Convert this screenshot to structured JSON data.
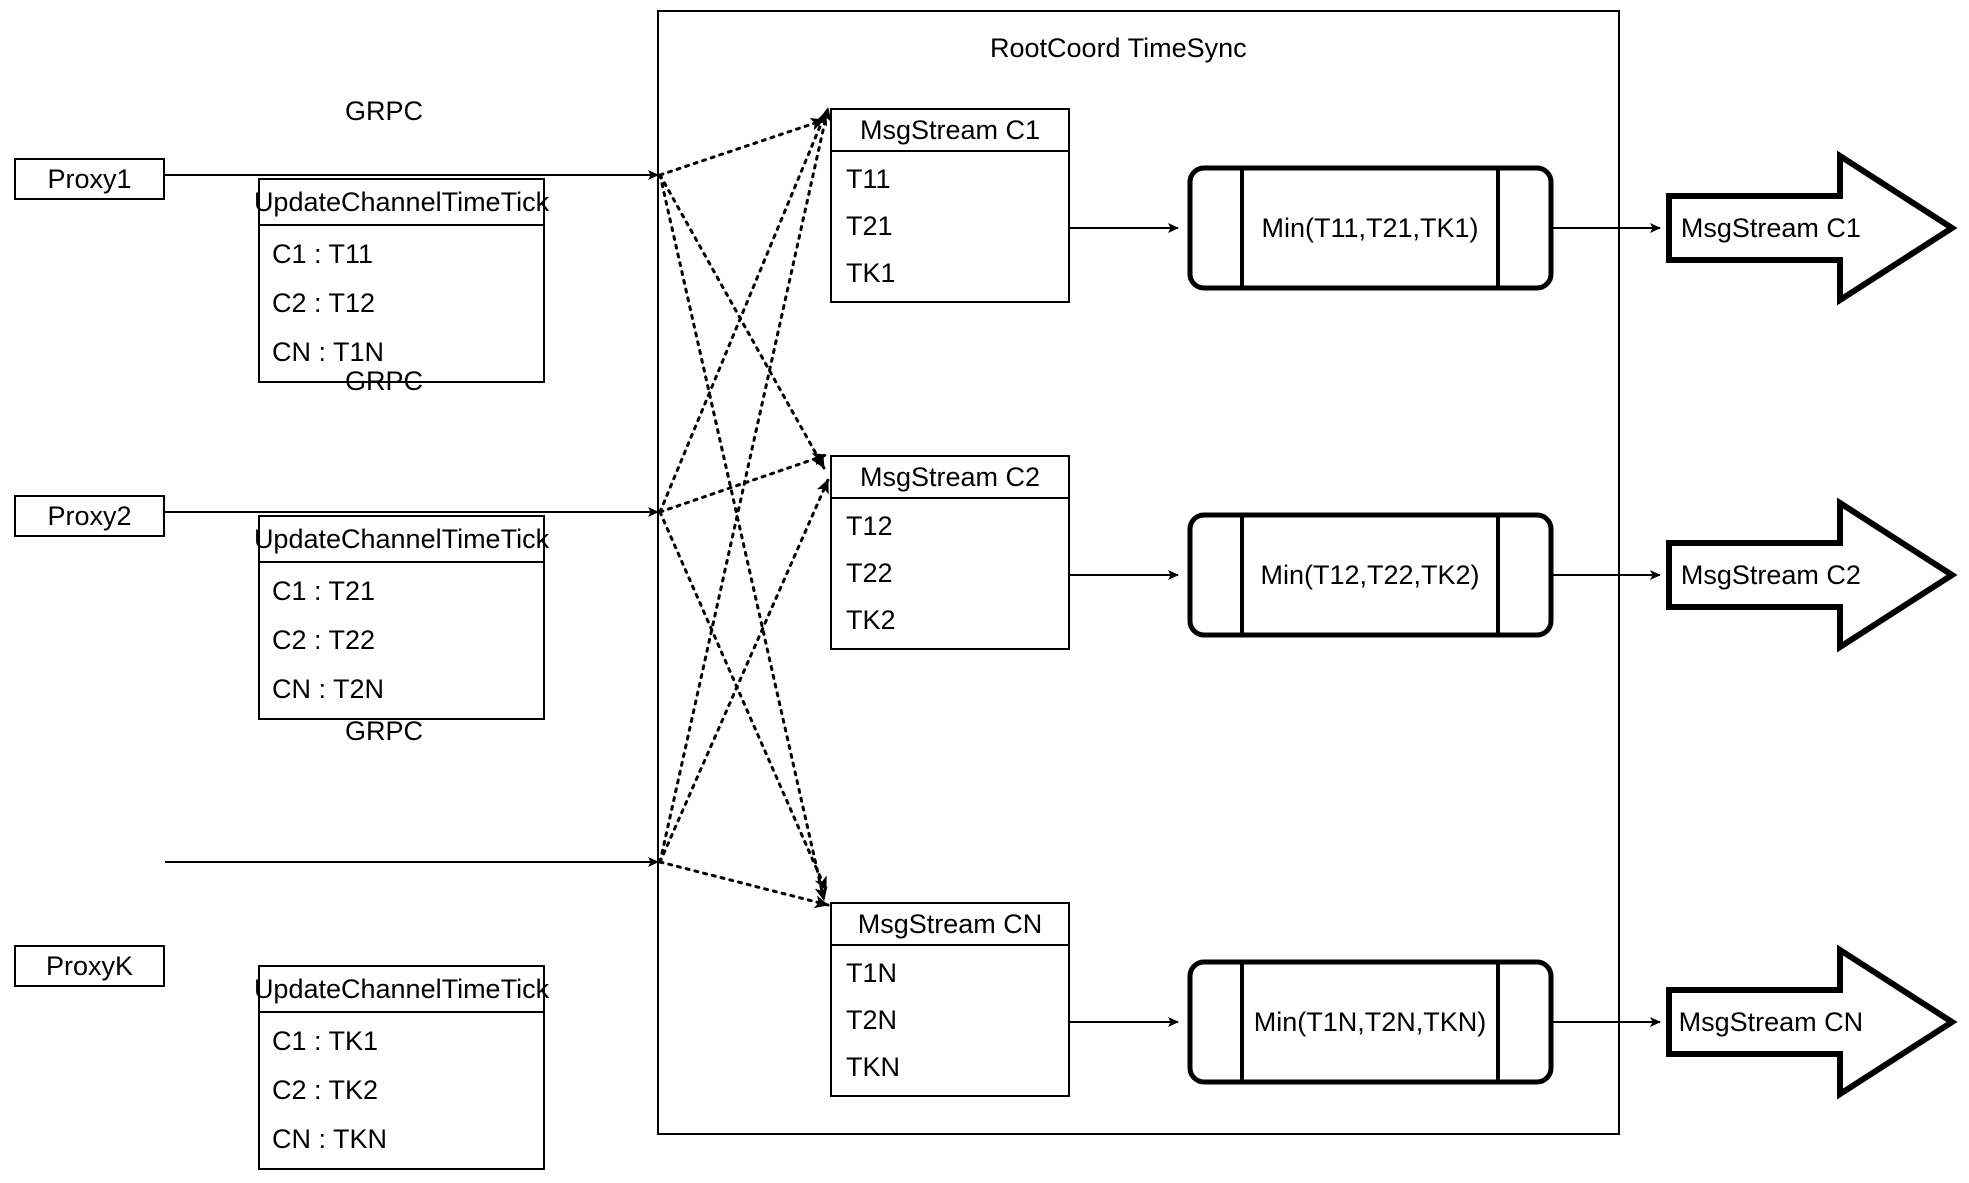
{
  "diagram": {
    "container_title": "RootCoord TimeSync",
    "grpc_label": "GRPC",
    "proxies": [
      {
        "name": "Proxy1",
        "rpc_title": "UpdateChannelTimeTick",
        "entries": [
          "C1 :  T11",
          "C2 :  T12",
          "CN : T1N"
        ]
      },
      {
        "name": "Proxy2",
        "rpc_title": "UpdateChannelTimeTick",
        "entries": [
          "C1 :  T21",
          "C2 :  T22",
          "CN : T2N"
        ]
      },
      {
        "name": "ProxyK",
        "rpc_title": "UpdateChannelTimeTick",
        "entries": [
          "C1 :  TK1",
          "C2 :  TK2",
          "CN : TKN"
        ]
      }
    ],
    "channels": [
      {
        "stream_title": "MsgStream C1",
        "ticks": [
          "T11",
          "T21",
          "TK1"
        ],
        "min_label": "Min(T11,T21,TK1)",
        "output_label": "MsgStream C1"
      },
      {
        "stream_title": "MsgStream C2",
        "ticks": [
          "T12",
          "T22",
          "TK2"
        ],
        "min_label": "Min(T12,T22,TK2)",
        "output_label": "MsgStream C2"
      },
      {
        "stream_title": "MsgStream CN",
        "ticks": [
          "T1N",
          "T2N",
          "TKN"
        ],
        "min_label": "Min(T1N,T2N,TKN)",
        "output_label": "MsgStream CN"
      }
    ],
    "colors": {
      "stroke": "#000000",
      "background": "#ffffff"
    }
  }
}
